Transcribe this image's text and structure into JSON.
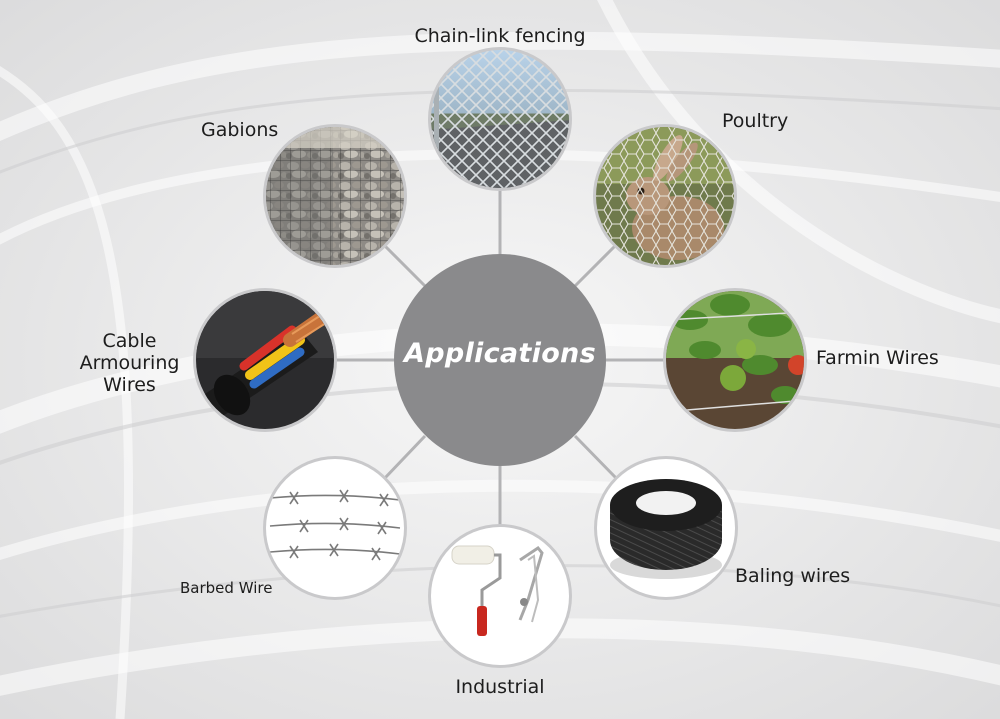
{
  "center": {
    "title": "Applications"
  },
  "applications": [
    {
      "name": "Chain-link fencing",
      "image": "chain-link-fence-photo"
    },
    {
      "name": "Poultry",
      "image": "rabbit-behind-mesh-photo"
    },
    {
      "name": "Farmin Wires",
      "image": "tomato-plants-wire-photo"
    },
    {
      "name": "Baling wires",
      "image": "black-wire-coil-photo"
    },
    {
      "name": "Industrial",
      "image": "paint-roller-photo"
    },
    {
      "name": "Barbed Wire",
      "image": "barbed-wire-photo"
    },
    {
      "name": "Cable Armouring Wires",
      "image": "armoured-cable-photo"
    },
    {
      "name": "Gabions",
      "image": "stone-gabion-photo"
    }
  ],
  "colors": {
    "hub": "#8a8a8c",
    "connector": "#b3b3b5",
    "ring": "#c9c9cb",
    "background": "#e9e9ea"
  }
}
